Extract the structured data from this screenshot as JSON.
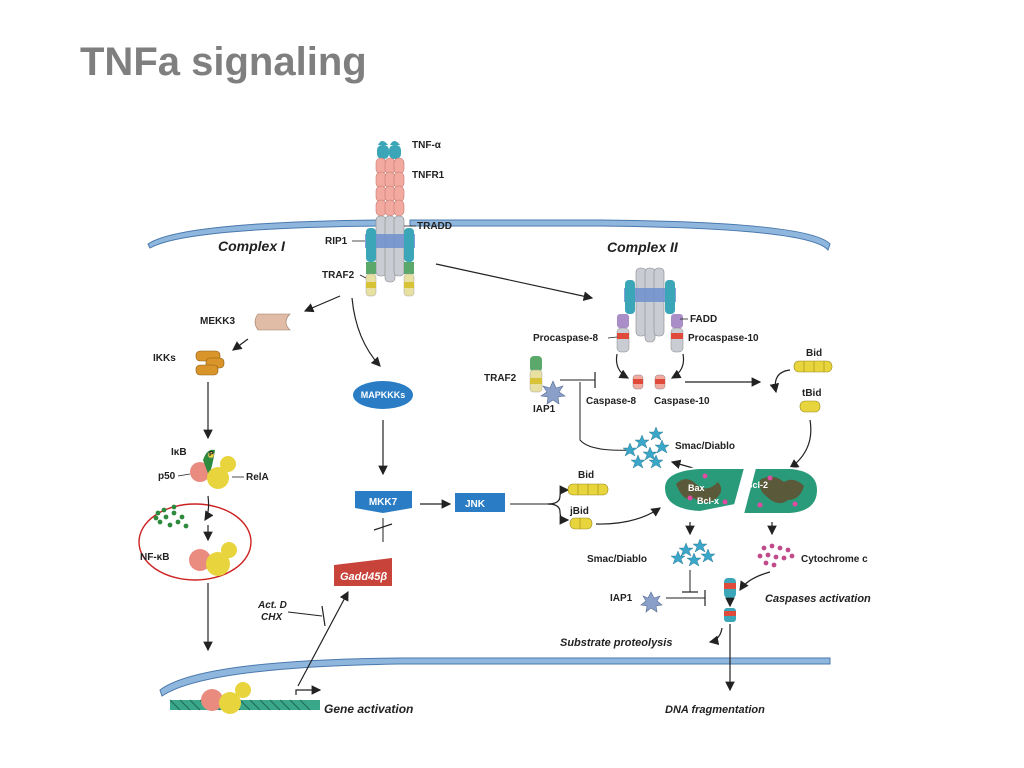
{
  "title": "TNFa signaling",
  "labels": {
    "tnf_alpha": "TNF-α",
    "tnfr1": "TNFR1",
    "tradd": "TRADD",
    "rip1": "RIP1",
    "traf2_top": "TRAF2",
    "complex1": "Complex I",
    "complex2": "Complex II",
    "mekk3": "MEKK3",
    "ikks": "IKKs",
    "ikb": "IκB",
    "p": "P",
    "p50": "p50",
    "rela": "RelA",
    "nfkb": "NF-κB",
    "mapkkks": "MAPKKKs",
    "mkk7": "MKK7",
    "jnk": "JNK",
    "gadd45b": "Gadd45β",
    "actd": "Act. D",
    "chx": "CHX",
    "gene_activation": "Gene activation",
    "fadd": "FADD",
    "procaspase8": "Procaspase-8",
    "procaspase10": "Procaspase-10",
    "traf2_right": "TRAF2",
    "iap1_upper": "IAP1",
    "caspase8": "Caspase-8",
    "caspase10": "Caspase-10",
    "bid_top": "Bid",
    "tbid": "tBid",
    "smac_upper": "Smac/Diablo",
    "bid_mid": "Bid",
    "jbid": "jBid",
    "bax": "Bax",
    "bcl2": "Bcl-2",
    "bclx": "Bcl-x",
    "smac_lower": "Smac/Diablo",
    "cytochrome": "Cytochrome c",
    "iap1_lower": "IAP1",
    "caspases_activation": "Caspases activation",
    "substrate_proteolysis": "Substrate proteolysis",
    "dna_fragmentation": "DNA fragmentation"
  },
  "colors": {
    "membrane": "#8fb6dd",
    "tnf": "#3aa6b8",
    "receptor": "#f2a9a0",
    "grey": "#c9ccd2",
    "blue_band": "#6f8fcf",
    "green": "#5aa86a",
    "yellow": "#e8d43c",
    "salmon": "#e98b7f",
    "orange": "#d9952a",
    "kinase_blue": "#2a7dc4",
    "gadd_red": "#c8443a",
    "nfkb_circle": "#cc2222",
    "mito": "#2a9b7a"
  }
}
